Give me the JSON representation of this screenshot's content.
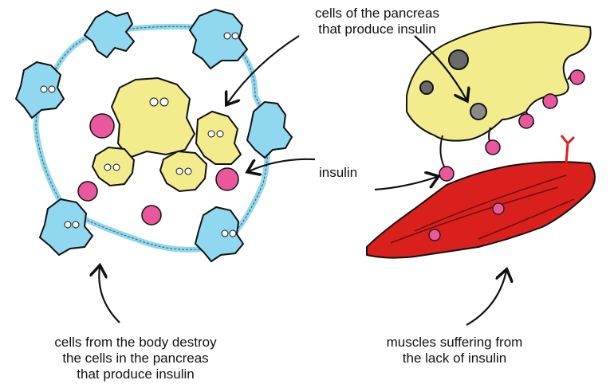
{
  "labels": {
    "pancreas_cells": [
      "cells of the pancreas",
      "that produce insulin"
    ],
    "insulin": "insulin",
    "immune_cells": [
      "cells from the body destroy",
      "the cells in the pancreas",
      "that produce insulin"
    ],
    "muscles": [
      "muscles suffering from",
      "the lack of insulin"
    ]
  },
  "colors": {
    "immune_cell": "#8fd8f0",
    "pancreas_cell": "#f3ec8c",
    "insulin": "#e9589c",
    "muscle": "#d9201c",
    "outline": "#111111"
  }
}
